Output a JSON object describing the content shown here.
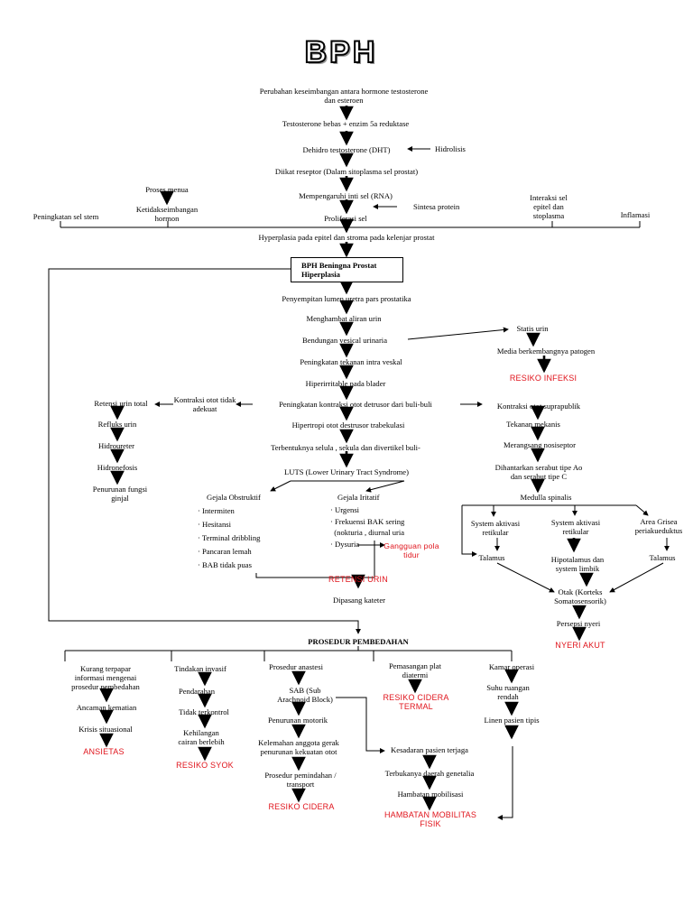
{
  "title": "BPH",
  "colors": {
    "text": "#000000",
    "diagnosis": "#e0141c",
    "line": "#000000"
  },
  "flow": {
    "n01": "Perubahan keseimbangan antara hormone testosterone\ndan esteroen",
    "n02": "Testosterone bebas + enzim 5a reduktase",
    "n03": "Dehidro testosterone (DHT)",
    "n03b": "Hidrolisis",
    "n04": "Diikat reseptor (Dalam sitoplasma sel prostat)",
    "n05": "Mempengaruhi inti sel (RNA)",
    "n06": "Proliferasi sel",
    "n06b": "Sintesa protein",
    "n07a": "Proses menua",
    "n07b": "Ketidakseimbangan\nhormon",
    "n07c": "Interaksi sel\nepitel dan\nstoplasma",
    "n07d": "Peningkatan sel stem",
    "n07e": "Inflamasi",
    "n08": "Hyperplasia pada epitel dan stroma pada kelenjar prostat",
    "n09": "BPH Beningna Prostat\nHiperplasia",
    "n10": "Penyempitan lumen uretra pars prostatika",
    "n11": "Menghambat aliran urin",
    "n12": "Bendungan vesical urinaria",
    "n13": "Peningkatan tekanan intra veskal",
    "n14": "Hiperirritable pada blader",
    "n15": "Peningkatan kontraksi otot detrusor dari buli-buli",
    "n16": "Hipertropi otot destrusor trabekulasi",
    "n17": "Terbentuknya selula , sekula dan divertikel buli-",
    "n18": "LUTS (Lower Urinary Tract Syndrome)",
    "sI1": "Statis urin",
    "sI2": "Media berkembangnya patogen",
    "dx_infeksi": "RESIKO INFEKSI",
    "k1": "Kontraksi otot tidak\nadekuat",
    "k2": "Retensi urin total",
    "k3": "Refluks urin",
    "k4": "Hidroureter",
    "k5": "Hidronefosis",
    "k6": "Penurunan fungsi\nginjal",
    "p1": "Kontraksi otot suprapublik",
    "p2": "Tekanan mekanis",
    "p3": "Merangsang nosiseptor",
    "p4": "Dihantarkan serabut tipe Ao\ndan serabut tipe C",
    "p5": "Medulla spinalis",
    "p6a": "System aktivasi\nretikular",
    "p6b": "System aktivasi\nretikular",
    "p6c": "Area Grisea\nperiakueduktus",
    "p7a": "Talamus",
    "p7b": "Hipotalamus dan\nsystem limbik",
    "p7c": "Talamus",
    "p8": "Otak (Korteks\nSomatosensorik)",
    "p9": "Persepsi nyeri",
    "dx_nyeri": "NYERI AKUT",
    "go_title": "Gejala Obstruktif",
    "go_items": "· Intermiten\n· Hesitansi\n· Terminal dribbling\n· Pancaran lemah\n· BAB tidak puas",
    "gi_title": "Gejala Iritatif",
    "gi_items": "· Urgensi\n· Frekuensi BAK sering\n  (nokturia , diurnal uria\n· Dysuria",
    "dx_pola": "Gangguan pola\ntidur",
    "dx_retensi": "RETENSI URIN",
    "kat": "Dipasang kateter",
    "prosedur": "PROSEDUR PEMBEDAHAN",
    "a1": "Kurang terpapar\ninformasi mengenai\nprosedur pembedahan",
    "a2": "Ancaman kematian",
    "a3": "Krisis situasional",
    "dx_ansietas": "ANSIETAS",
    "b1": "Tindakan invasif",
    "b2": "Pendarahan",
    "b3": "Tidak terkontrol",
    "b4": "Kehilangan\ncairan berlebih",
    "dx_syok": "RESIKO SYOK",
    "c1": "Prosedur anastesi",
    "c2": "SAB (Sub\nArachnoid Block)",
    "c3": "Penurunan motorik",
    "c4": "Kelemahan anggota gerak\npenurunan kekuatan otot",
    "c5": "Prosedur pemindahan /\ntransport",
    "dx_cidera": "RESIKO CIDERA",
    "d1": "Pemasangan plat\ndiatermi",
    "dx_termal": "RESIKO CIDERA\nTERMAL",
    "e1": "Kamar operasi",
    "e2": "Suhu ruangan\nrendah",
    "e3": "Linen pasien tipis",
    "f1": "Kesadaran pasien terjaga",
    "f2": "Terbukanya daerah genetalia",
    "f3": "Hambatan mobilisasi",
    "dx_mobilitas": "HAMBATAN MOBILITAS\nFISIK"
  }
}
